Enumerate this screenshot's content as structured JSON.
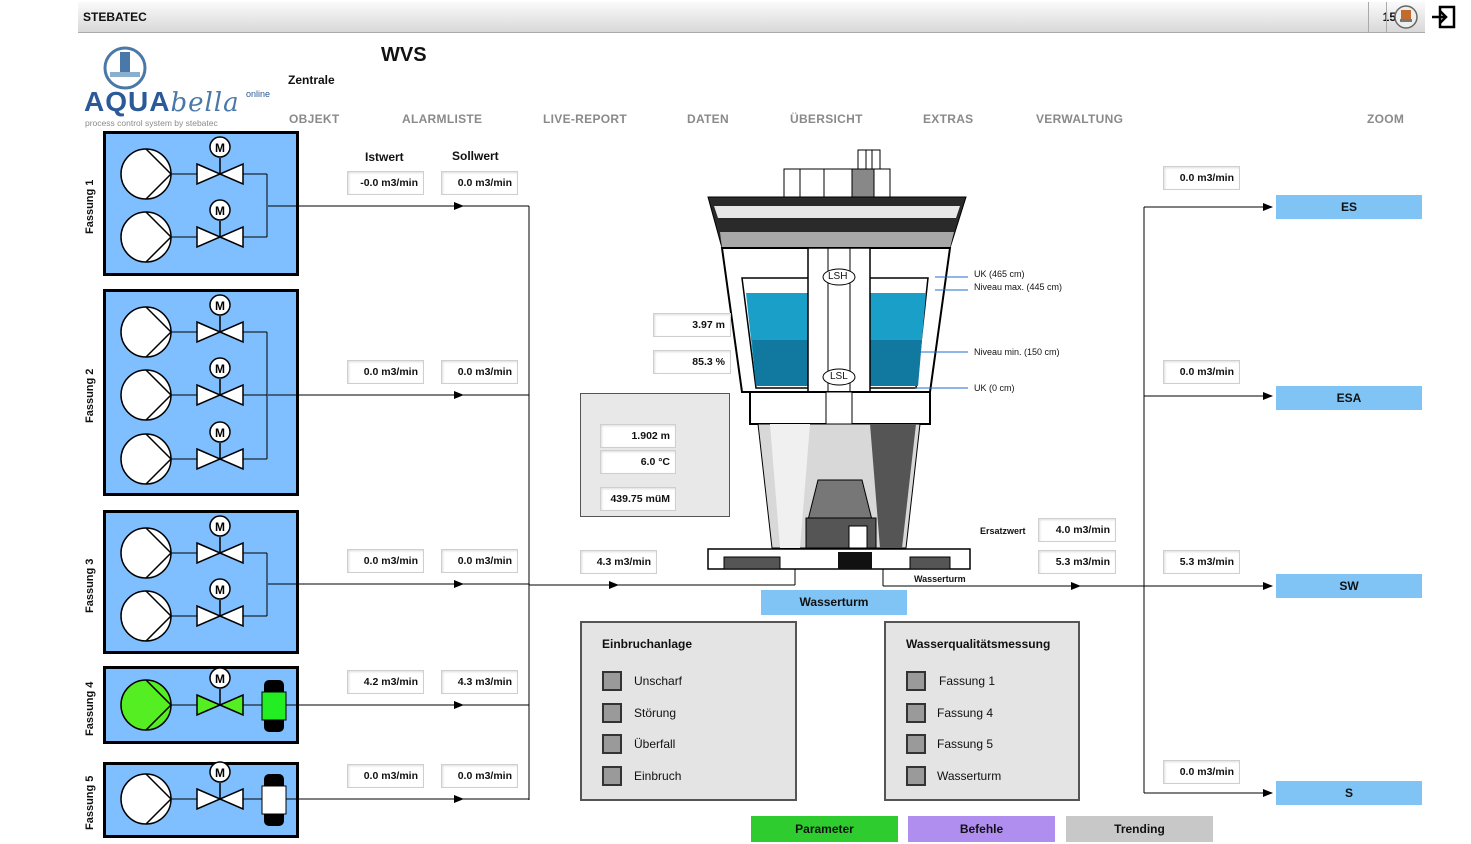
{
  "topbar": {
    "brand": "STEBATEC",
    "time": "15:50"
  },
  "logo": {
    "main": "AQUA",
    "script": "bella",
    "online": "online",
    "tagline": "process control system by stebatec"
  },
  "header": {
    "title": "WVS",
    "subtitle": "Zentrale"
  },
  "nav": [
    "OBJEKT",
    "ALARMLISTE",
    "LIVE-REPORT",
    "DATEN",
    "ÜBERSICHT",
    "EXTRAS",
    "VERWALTUNG",
    "ZOOM"
  ],
  "columns": {
    "istwert": "Istwert",
    "sollwert": "Sollwert"
  },
  "fassungen": [
    {
      "label": "Fassung 1",
      "ist": "-0.0 m3/min",
      "soll": "0.0 m3/min"
    },
    {
      "label": "Fassung 2",
      "ist": "0.0 m3/min",
      "soll": "0.0 m3/min"
    },
    {
      "label": "Fassung 3",
      "ist": "0.0 m3/min",
      "soll": "0.0 m3/min"
    },
    {
      "label": "Fassung 4",
      "ist": "4.2 m3/min",
      "soll": "4.3 m3/min"
    },
    {
      "label": "Fassung 5",
      "ist": "0.0 m3/min",
      "soll": "0.0 m3/min"
    }
  ],
  "tower": {
    "level_m": "3.97 m",
    "level_pct": "85.3 %",
    "inflow": "4.3 m3/min",
    "lsh": "LSH",
    "lsl": "LSL",
    "uk_top": "UK (465 cm)",
    "niveau_max": "Niveau max. (445 cm)",
    "niveau_min": "Niveau min. (150 cm)",
    "uk_bottom": "UK (0 cm)",
    "ersatzwert_label": "Ersatzwert",
    "ersatzwert": "4.0 m3/min",
    "outflow": "5.3 m3/min",
    "outflow_label": "Wasserturm",
    "name_button": "Wasserturm"
  },
  "measure": {
    "depth": "1.902 m",
    "temp": "6.0 °C",
    "height": "439.75 müM"
  },
  "destinations": [
    {
      "name": "ES",
      "flow": "0.0 m3/min"
    },
    {
      "name": "ESA",
      "flow": "0.0 m3/min"
    },
    {
      "name": "SW",
      "flow": "5.3 m3/min"
    },
    {
      "name": "S",
      "flow": "0.0 m3/min"
    }
  ],
  "einbruch": {
    "title": "Einbruchanlage",
    "items": [
      "Unscharf",
      "Störung",
      "Überfall",
      "Einbruch"
    ]
  },
  "wq": {
    "title": "Wasserqualitätsmessung",
    "items": [
      "Fassung 1",
      "Fassung 4",
      "Fassung 5",
      "Wasserturm"
    ]
  },
  "buttons": {
    "parameter": "Parameter",
    "befehle": "Befehle",
    "trending": "Trending"
  },
  "colors": {
    "fassung_bg": "#7fbfff",
    "active_green": "#55ee22",
    "water": "#1aa0c8",
    "dest": "#7fc4f5",
    "btn_parameter": "#2ecc2e",
    "btn_befehle": "#b08ef0",
    "btn_trending": "#c8c8c8"
  }
}
